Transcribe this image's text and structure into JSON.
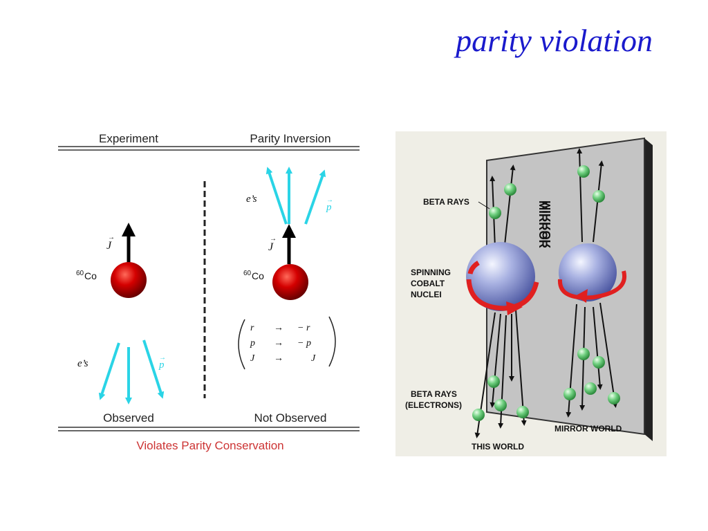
{
  "slide": {
    "title": "parity violation"
  },
  "left_diagram": {
    "col_experiment": "Experiment",
    "col_parity_inversion": "Parity Inversion",
    "observed": "Observed",
    "not_observed": "Not Observed",
    "caption": "Violates Parity Conservation",
    "spin_label": "J",
    "nucleus_label": "Co",
    "nucleus_mass": "60",
    "electrons_label": "e’s",
    "momentum_label": "p",
    "transform": {
      "rows": [
        {
          "from": "r",
          "arrow": "→",
          "to": "− r"
        },
        {
          "from": "p",
          "arrow": "→",
          "to": "− p"
        },
        {
          "from": "J",
          "arrow": "→",
          "to": "J"
        }
      ]
    },
    "colors": {
      "arrow": "#2ad4e6",
      "nucleus": "#cc0000",
      "caption": "#cc3333"
    }
  },
  "right_diagram": {
    "beta_rays_top": "BETA RAYS",
    "spinning_1": "SPINNING",
    "spinning_2": "COBALT",
    "spinning_3": "NUCLEI",
    "beta_rays_bottom_1": "BETA RAYS",
    "beta_rays_bottom_2": "(ELECTRONS)",
    "mirror_label": "MIRROR",
    "mirror_world": "MIRROR WORLD",
    "this_world": "THIS WORLD",
    "colors": {
      "sphere": "#9aa6d6",
      "electron": "#6fcf7f",
      "mirror": "#c4c4c4",
      "spin_arrow": "#e02020"
    }
  }
}
